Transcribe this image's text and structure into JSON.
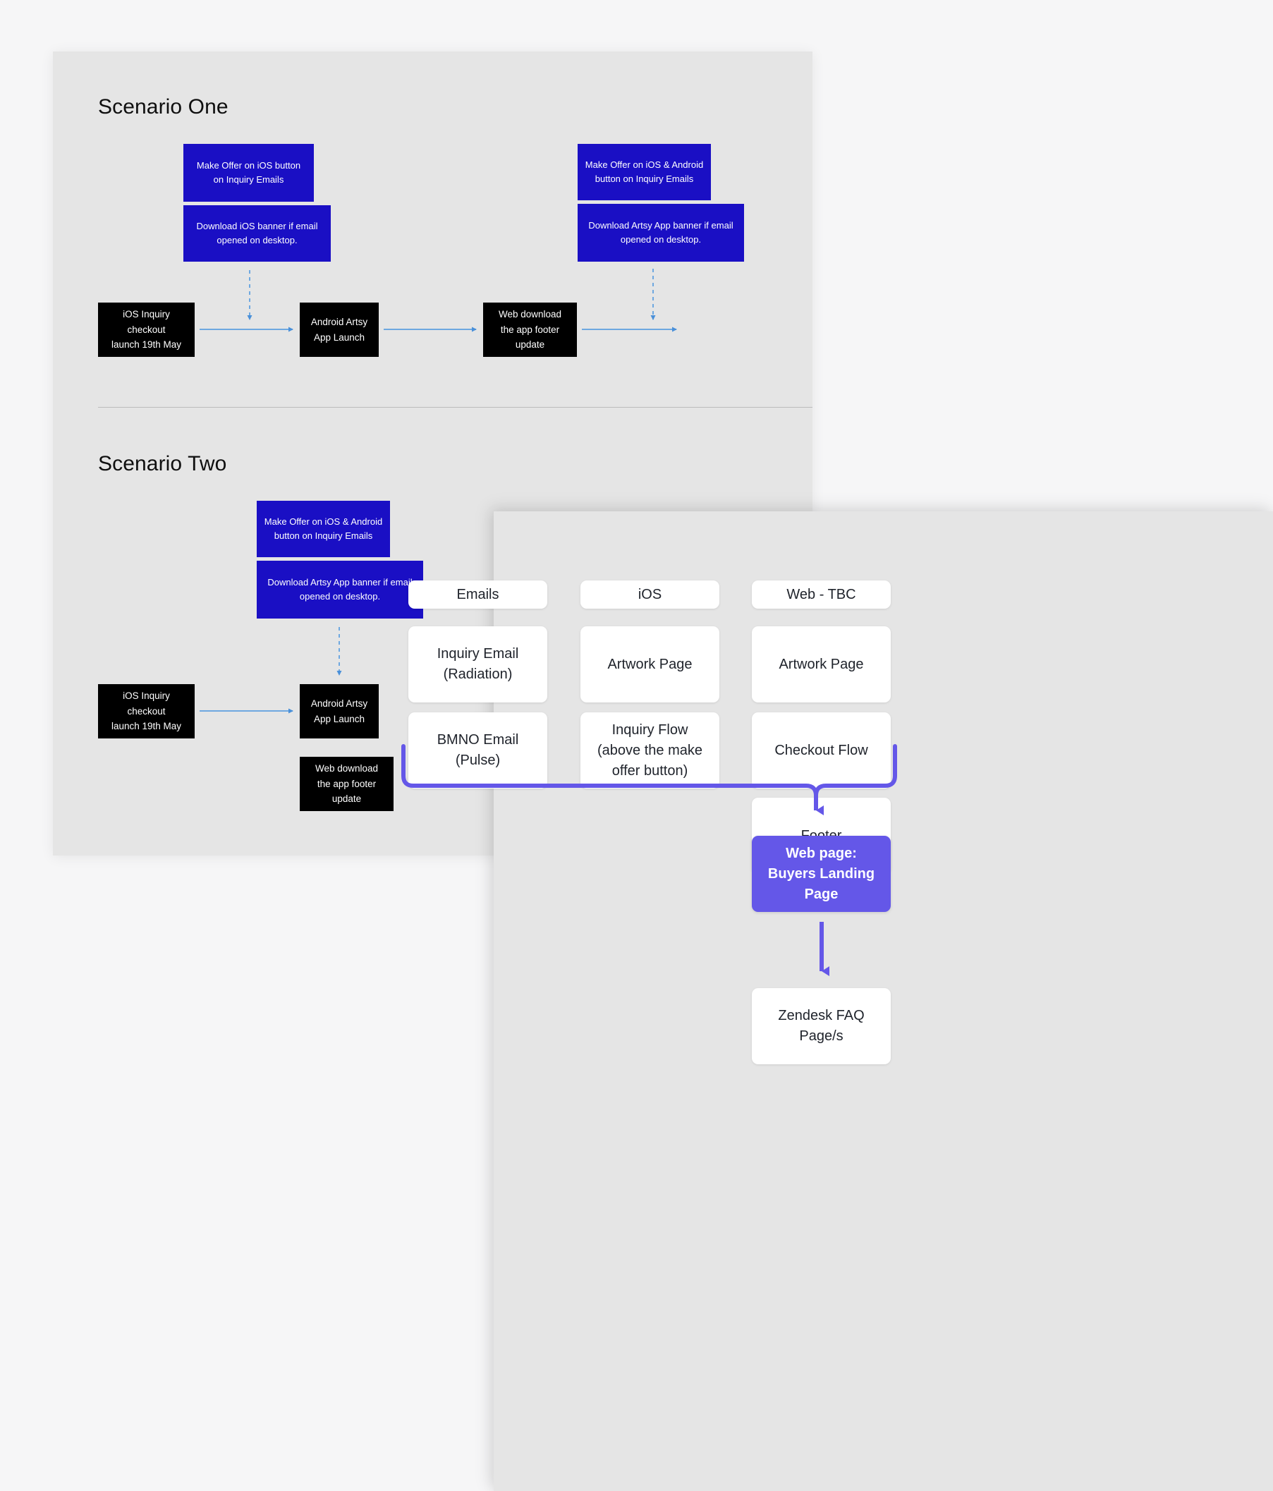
{
  "colors": {
    "page_background": "#f6f6f7",
    "panel_background": "#e5e5e5",
    "blue_box": "#1a0fc4",
    "black_box": "#000000",
    "card_background": "#ffffff",
    "accent_purple": "#6457e8",
    "arrow_blue": "#6ea8e0",
    "text_dark": "#20242c"
  },
  "back_panel": {
    "scenario_one": {
      "title": "Scenario One",
      "blue_boxes": [
        {
          "text": "Make Offer on iOS button\non Inquiry Emails"
        },
        {
          "text": "Download iOS banner if email\nopened on desktop."
        },
        {
          "text": "Make Offer on iOS & Android\nbutton on Inquiry Emails"
        },
        {
          "text": "Download Artsy App banner if email\nopened on desktop."
        }
      ],
      "black_boxes": [
        {
          "text": "iOS Inquiry checkout\nlaunch 19th May"
        },
        {
          "text": "Android Artsy\nApp Launch"
        },
        {
          "text": "Web download\nthe app footer update"
        }
      ]
    },
    "scenario_two": {
      "title": "Scenario Two",
      "blue_boxes": [
        {
          "text": "Make Offer on iOS & Android\nbutton on Inquiry Emails"
        },
        {
          "text": "Download Artsy App banner if email\nopened on desktop."
        }
      ],
      "black_boxes": [
        {
          "text": "iOS Inquiry checkout\nlaunch 19th May"
        },
        {
          "text": "Android Artsy\nApp Launch"
        },
        {
          "text": "Web download\nthe app footer update"
        }
      ]
    }
  },
  "front_panel": {
    "columns": [
      {
        "header": "Emails",
        "cards": [
          {
            "text": "Inquiry Email\n(Radiation)"
          },
          {
            "text": "BMNO Email\n(Pulse)"
          }
        ]
      },
      {
        "header": "iOS",
        "cards": [
          {
            "text": "Artwork Page"
          },
          {
            "text": "Inquiry Flow\n(above the make\noffer button)"
          }
        ]
      },
      {
        "header": "Web - TBC",
        "cards": [
          {
            "text": "Artwork Page"
          },
          {
            "text": "Checkout Flow"
          },
          {
            "text": "Footer"
          }
        ]
      }
    ],
    "destination": {
      "text": "Web page:\nBuyers Landing Page"
    },
    "final": {
      "text": "Zendesk FAQ Page/s"
    }
  }
}
